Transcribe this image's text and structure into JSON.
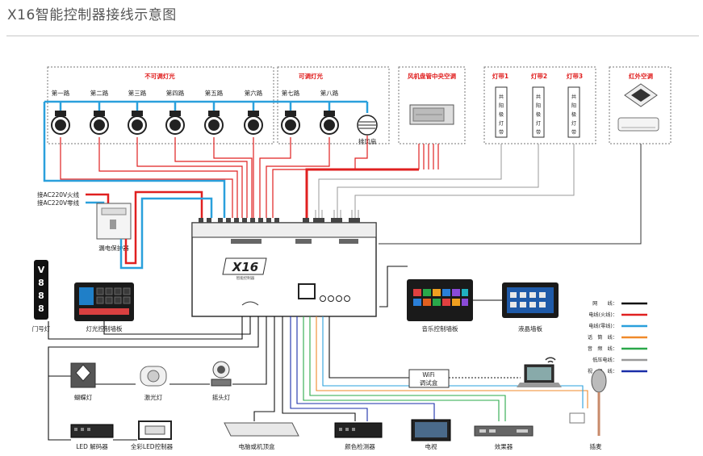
{
  "title": "X16智能控制器接线示意图",
  "groups": {
    "non_dimmable": "不可调灯光",
    "dimmable": "可调灯光",
    "fan_coil": "风机盘管中央空调",
    "infrared_ac": "红外空调"
  },
  "circuits": [
    "第一路",
    "第二路",
    "第三路",
    "第四路",
    "第五路",
    "第六路",
    "第七路",
    "第八路"
  ],
  "exhaust_fan": "排风扇",
  "light_strips": [
    {
      "label": "灯带1",
      "text": [
        "共",
        "阳",
        "极",
        "灯",
        "带"
      ]
    },
    {
      "label": "灯带2",
      "text": [
        "共",
        "阳",
        "极",
        "灯",
        "带"
      ]
    },
    {
      "label": "灯带3",
      "text": [
        "共",
        "阳",
        "极",
        "灯",
        "带"
      ]
    }
  ],
  "power": {
    "live": "接AC220V火线",
    "neutral": "接AC220V零线",
    "breaker": "漏电保护器"
  },
  "controller": {
    "brand": "X16",
    "subtitle": "智能控制器"
  },
  "devices": {
    "door_light": "门号灯",
    "door_number": [
      "V",
      "8",
      "8",
      "8"
    ],
    "light_panel": "灯光控制墙板",
    "music_panel": "音乐控制墙板",
    "lcd_panel": "液晶墙板",
    "butterfly_light": "蝴蝶灯",
    "laser_light": "激光灯",
    "moving_head": "摇头灯",
    "led_decoder": "LED 解码器",
    "led_controller": "全彩LED控制器",
    "pc_box": "电脑或机顶盒",
    "color_detector": "颜色检测器",
    "tv": "电视",
    "effector": "效果器",
    "microphone": "插麦",
    "wifi_box": [
      "WiFi",
      "调试盒"
    ]
  },
  "legend": [
    {
      "label": "网　　线：",
      "color": "#111111"
    },
    {
      "label": "电线(火线)：",
      "color": "#e02020"
    },
    {
      "label": "电线(零线)：",
      "color": "#2aa0dc"
    },
    {
      "label": "话　筒　线：",
      "color": "#f08a2a"
    },
    {
      "label": "音　频　线：",
      "color": "#2aa84a"
    },
    {
      "label": "低压电线：",
      "color": "#999999"
    },
    {
      "label": "视　频　线：",
      "color": "#1a2ea8"
    }
  ]
}
